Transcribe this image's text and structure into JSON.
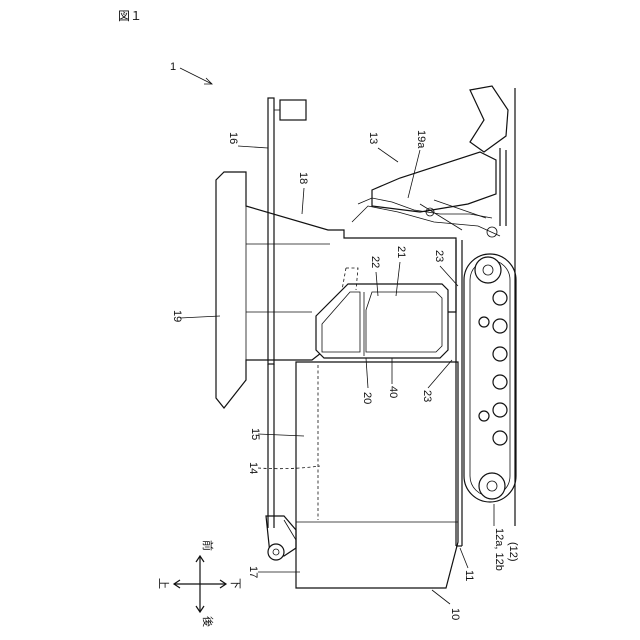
{
  "figure_title": "図１",
  "labels": {
    "l1": "1",
    "l10": "10",
    "l11": "11",
    "l12": "12a, 12b",
    "l12p": "(12)",
    "l13": "13",
    "l14": "14",
    "l15": "15",
    "l16": "16",
    "l17": "17",
    "l18": "18",
    "l19": "19",
    "l19a": "19a",
    "l20": "20",
    "l21": "21",
    "l22": "22",
    "l23a": "23",
    "l23b": "23",
    "l40": "40"
  },
  "directions": {
    "up": "上",
    "down": "下",
    "front": "前",
    "rear": "後"
  }
}
